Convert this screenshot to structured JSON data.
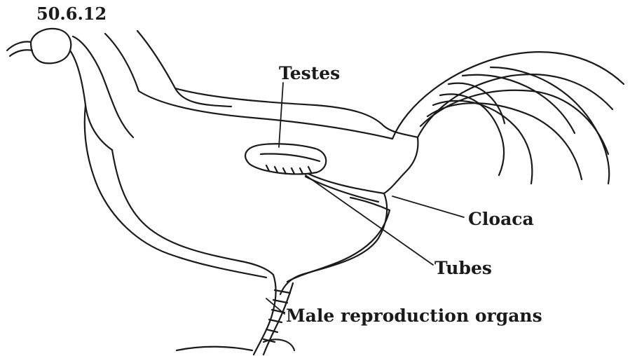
{
  "figure": {
    "id_label": "50.6.12",
    "labels": {
      "testes": "Testes",
      "cloaca": "Cloaca",
      "tubes": "Tubes",
      "caption": "Male reproduction organs"
    },
    "colors": {
      "line": "#1a1a1a",
      "background": "#ffffff"
    }
  }
}
